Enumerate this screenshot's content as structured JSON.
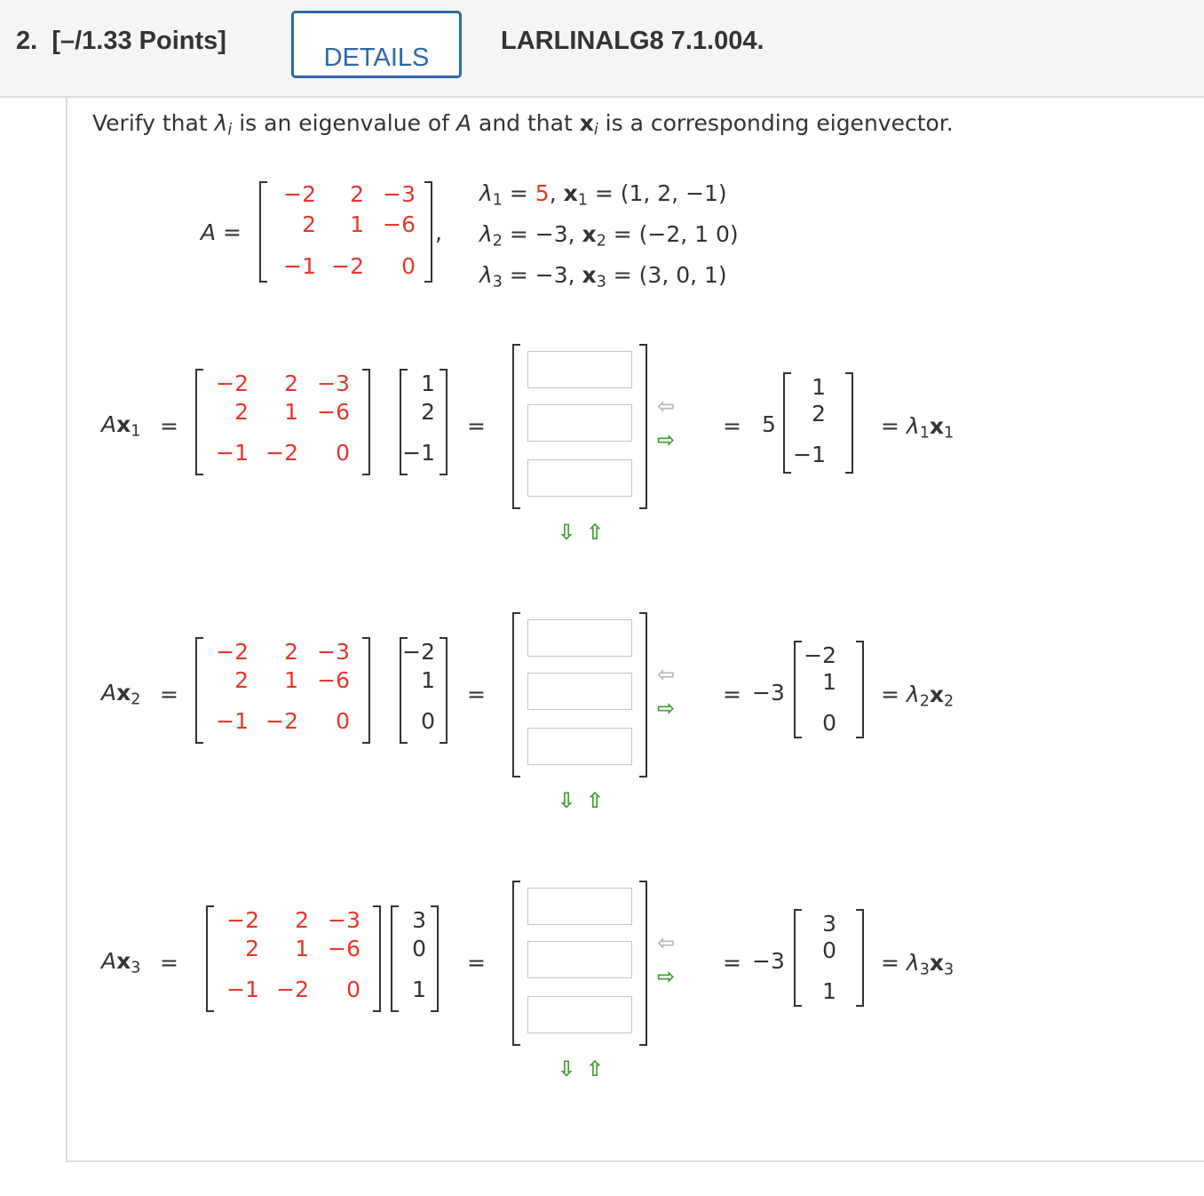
{
  "header": {
    "question_number": "2.",
    "points": "[–/1.33 Points]",
    "details_button": "DETAILS",
    "problem_code": "LARLINALG8 7.1.004."
  },
  "prompt": {
    "part1": "Verify that ",
    "lambda": "λ",
    "sub_i": "i",
    "part2": " is an eigenvalue of ",
    "A": "A",
    "part3": " and that ",
    "x": "x",
    "part4": " is a corresponding eigenvector."
  },
  "given": {
    "A_label": "A =",
    "comma": ",",
    "matrix_A": [
      [
        "−2",
        "2",
        "−3"
      ],
      [
        "2",
        "1",
        "−6"
      ],
      [
        "−1",
        "−2",
        "0"
      ]
    ],
    "eigen": [
      {
        "lam": "λ",
        "sub": "1",
        "eq1": " = ",
        "val": "5",
        "comma": ",",
        "x": "x",
        "eq2": " = ",
        "vec": "(1, 2, −1)"
      },
      {
        "lam": "λ",
        "sub": "2",
        "eq1": " = ",
        "val": "−3",
        "comma": ",",
        "x": "x",
        "eq2": " = ",
        "vec": "(−2, 1 0)"
      },
      {
        "lam": "λ",
        "sub": "3",
        "eq1": " = ",
        "val": "−3",
        "comma": ",",
        "x": "x",
        "eq2": " = ",
        "vec": "(3, 0, 1)"
      }
    ]
  },
  "rows": [
    {
      "A": "A",
      "x": "x",
      "sub": "1",
      "eq": "=",
      "matrix": [
        [
          "−2",
          "2",
          "−3"
        ],
        [
          "2",
          "1",
          "−6"
        ],
        [
          "−1",
          "−2",
          "0"
        ]
      ],
      "vector": [
        "1",
        "2",
        "−1"
      ],
      "eq2": "=",
      "eq3": "=",
      "scalar": "5",
      "scalar_vector": [
        "1",
        "2",
        "−1"
      ],
      "eq4": "=",
      "lam": "λ",
      "x2": "x",
      "answer_inputs": [
        "",
        "",
        ""
      ]
    },
    {
      "A": "A",
      "x": "x",
      "sub": "2",
      "eq": "=",
      "matrix": [
        [
          "−2",
          "2",
          "−3"
        ],
        [
          "2",
          "1",
          "−6"
        ],
        [
          "−1",
          "−2",
          "0"
        ]
      ],
      "vector": [
        "−2",
        "1",
        "0"
      ],
      "eq2": "=",
      "eq3": "=",
      "scalar": "−3",
      "scalar_vector": [
        "−2",
        "1",
        "0"
      ],
      "eq4": "=",
      "lam": "λ",
      "x2": "x",
      "answer_inputs": [
        "",
        "",
        ""
      ]
    },
    {
      "A": "A",
      "x": "x",
      "sub": "3",
      "eq": "=",
      "matrix": [
        [
          "−2",
          "2",
          "−3"
        ],
        [
          "2",
          "1",
          "−6"
        ],
        [
          "−1",
          "−2",
          "0"
        ]
      ],
      "vector": [
        "3",
        "0",
        "1"
      ],
      "eq2": "=",
      "eq3": "=",
      "scalar": "−3",
      "scalar_vector": [
        "3",
        "0",
        "1"
      ],
      "eq4": "=",
      "lam": "λ",
      "x2": "x",
      "answer_inputs": [
        "",
        "",
        ""
      ]
    }
  ],
  "icons": {
    "left_arrow": "⇦",
    "right_arrow": "⇨",
    "down_arrow": "⇩",
    "up_arrow": "⇧"
  },
  "colors": {
    "accent_blue": "#2d6aa5",
    "red_values": "#e8372c",
    "green_arrow": "#3ea02f",
    "gray_arrow": "#b8b8b8"
  }
}
